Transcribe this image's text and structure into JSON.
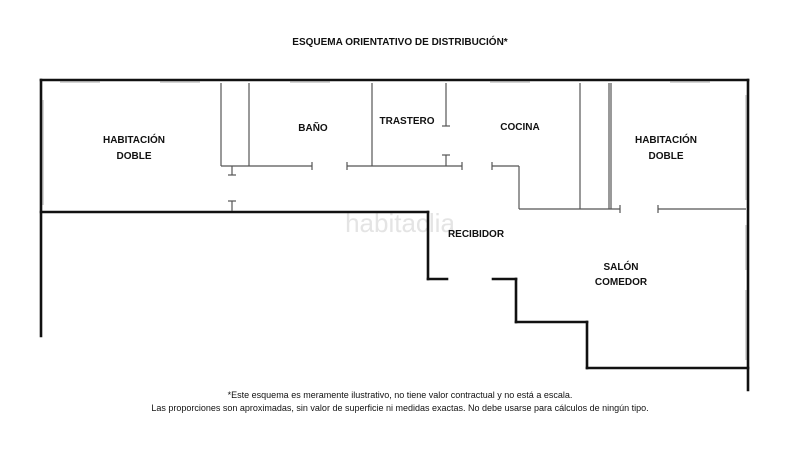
{
  "title": "ESQUEMA ORIENTATIVO DE DISTRIBUCIÓN*",
  "watermark": "habitaclia",
  "rooms": {
    "habitacion_doble_left": [
      "HABITACIÓN",
      "DOBLE"
    ],
    "bano": "BAÑO",
    "trastero": "TRASTERO",
    "cocina": "COCINA",
    "habitacion_doble_right": [
      "HABITACIÓN",
      "DOBLE"
    ],
    "recibidor": "RECIBIDOR",
    "salon_comedor": [
      "SALÓN",
      "COMEDOR"
    ]
  },
  "disclaimer": {
    "line1": "*Este esquema es meramente ilustrativo, no tiene valor contractual y no está a escala.",
    "line2": "Las proporciones son aproximadas, sin valor de superficie ni medidas exactas. No debe usarse para cálculos de ningún tipo."
  },
  "colors": {
    "wall": "#111111",
    "window": "#bbbbbb",
    "watermark": "#e4e4e4"
  }
}
